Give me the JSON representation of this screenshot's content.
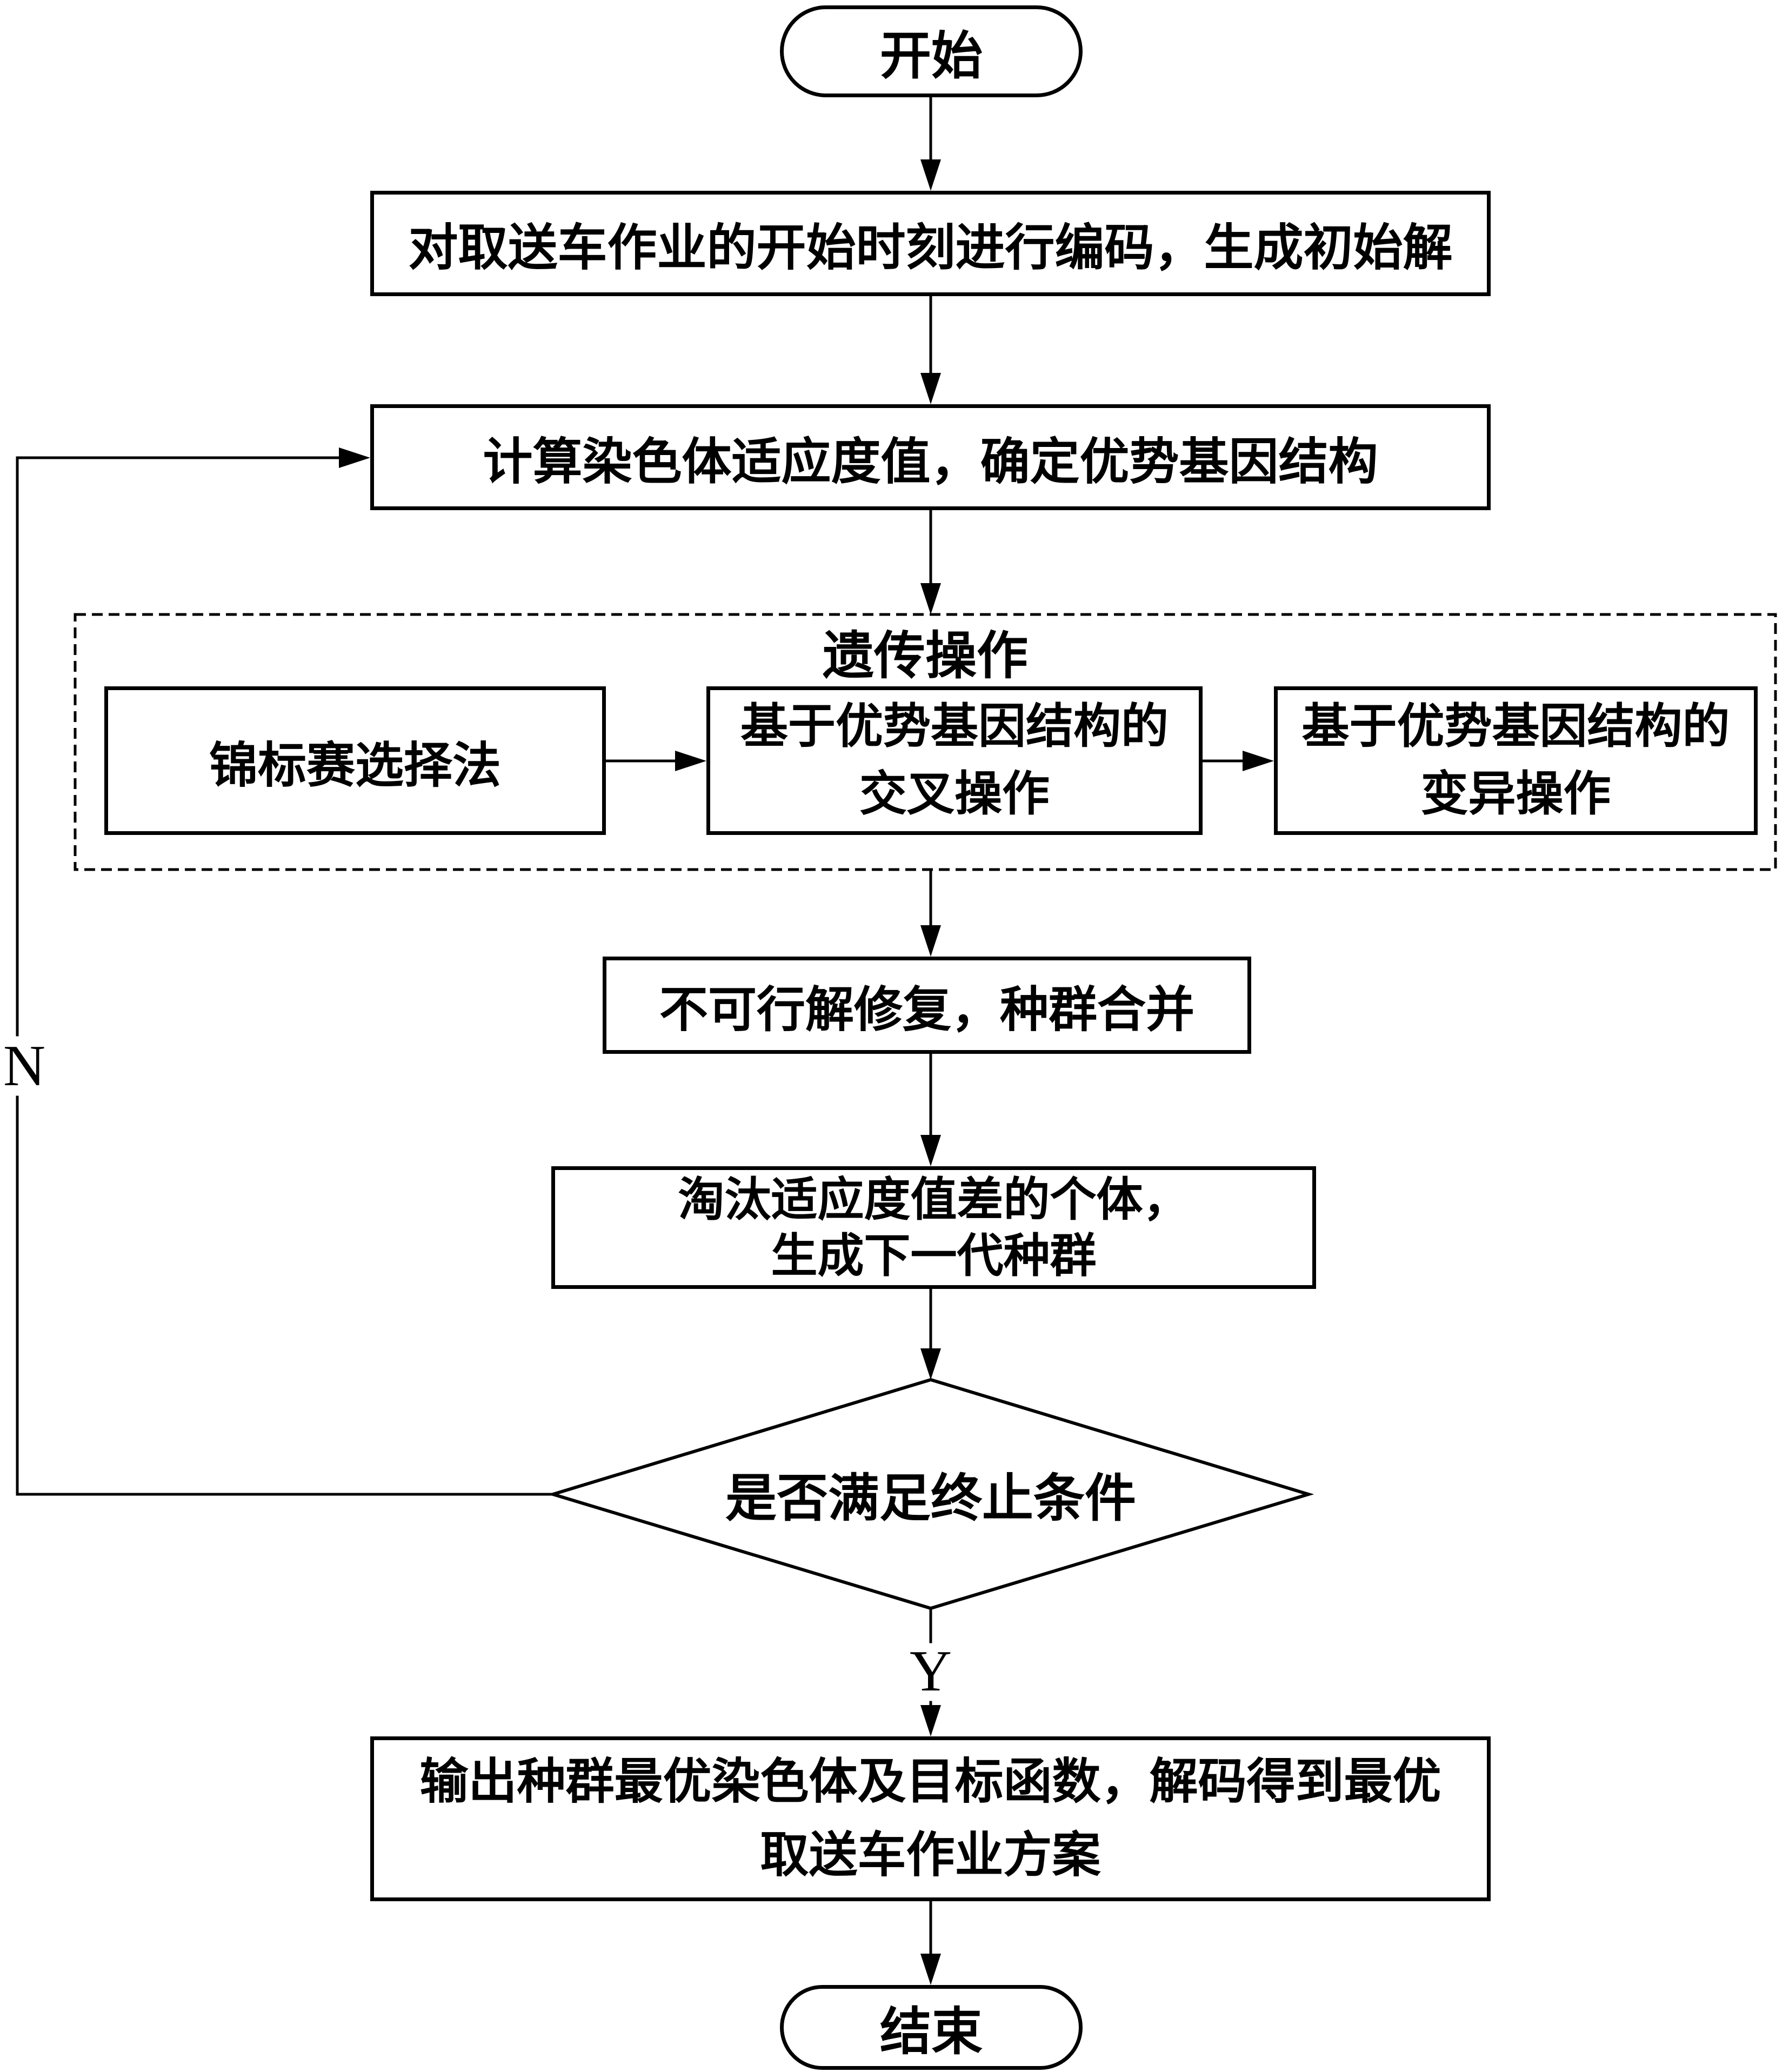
{
  "colors": {
    "ink": "#000000",
    "paper": "#ffffff"
  },
  "flowchart": {
    "start": {
      "label": "开始"
    },
    "encode": {
      "label": "对取送车作业的开始时刻进行编码，生成初始解"
    },
    "fitness": {
      "label": "计算染色体适应度值，确定优势基因结构"
    },
    "genetic": {
      "title": "遗传操作",
      "selection": {
        "label": "锦标赛选择法"
      },
      "crossover": {
        "line1": "基于优势基因结构的",
        "line2": "交叉操作"
      },
      "mutation": {
        "line1": "基于优势基因结构的",
        "line2": "变异操作"
      }
    },
    "repair": {
      "label": "不可行解修复，种群合并"
    },
    "next_gen": {
      "line1": "淘汰适应度值差的个体，",
      "line2": "生成下一代种群"
    },
    "decision": {
      "label": "是否满足终止条件",
      "yes": "Y",
      "no": "N"
    },
    "output": {
      "line1": "输出种群最优染色体及目标函数，解码得到最优",
      "line2": "取送车作业方案"
    },
    "end": {
      "label": "结束"
    }
  }
}
